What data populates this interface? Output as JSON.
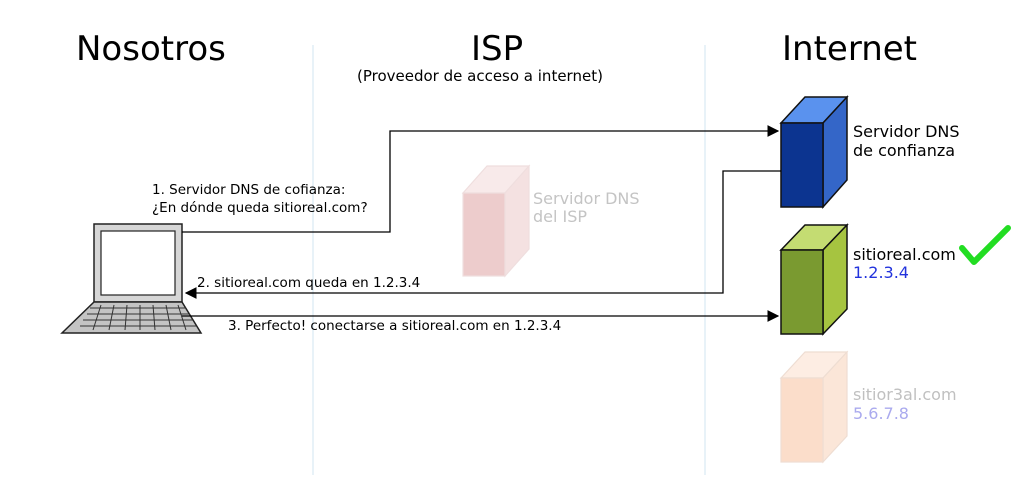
{
  "columns": {
    "nosotros": {
      "title": "Nosotros"
    },
    "isp": {
      "title": "ISP",
      "subtitle": "(Proveedor de acceso a internet)"
    },
    "internet": {
      "title": "Internet"
    }
  },
  "servers": {
    "trusted_dns": {
      "line1": "Servidor DNS",
      "line2": "de confianza",
      "color": "#1a4aa8"
    },
    "isp_dns": {
      "line1": "Servidor DNS",
      "line2": "del ISP",
      "color": "#e8b4b4"
    },
    "real_site": {
      "name": "sitioreal.com",
      "ip": "1.2.3.4",
      "color": "#88a83a",
      "ip_color": "#2233dd",
      "check_color": "#22dd22"
    },
    "fake_site": {
      "name": "sitior3al.com",
      "ip": "5.6.7.8",
      "color": "#f8d0b8",
      "ip_color": "#aaaaee"
    }
  },
  "steps": {
    "step1_line1": "1. Servidor DNS de cofianza:",
    "step1_line2": "¿En dónde queda sitioreal.com?",
    "step2": "2. sitioreal.com queda en 1.2.3.4",
    "step3": "3. Perfecto! conectarse a sitioreal.com en 1.2.3.4"
  },
  "icons": {
    "computer": "laptop-icon",
    "server": "server-tower-icon",
    "check": "checkmark-icon"
  }
}
